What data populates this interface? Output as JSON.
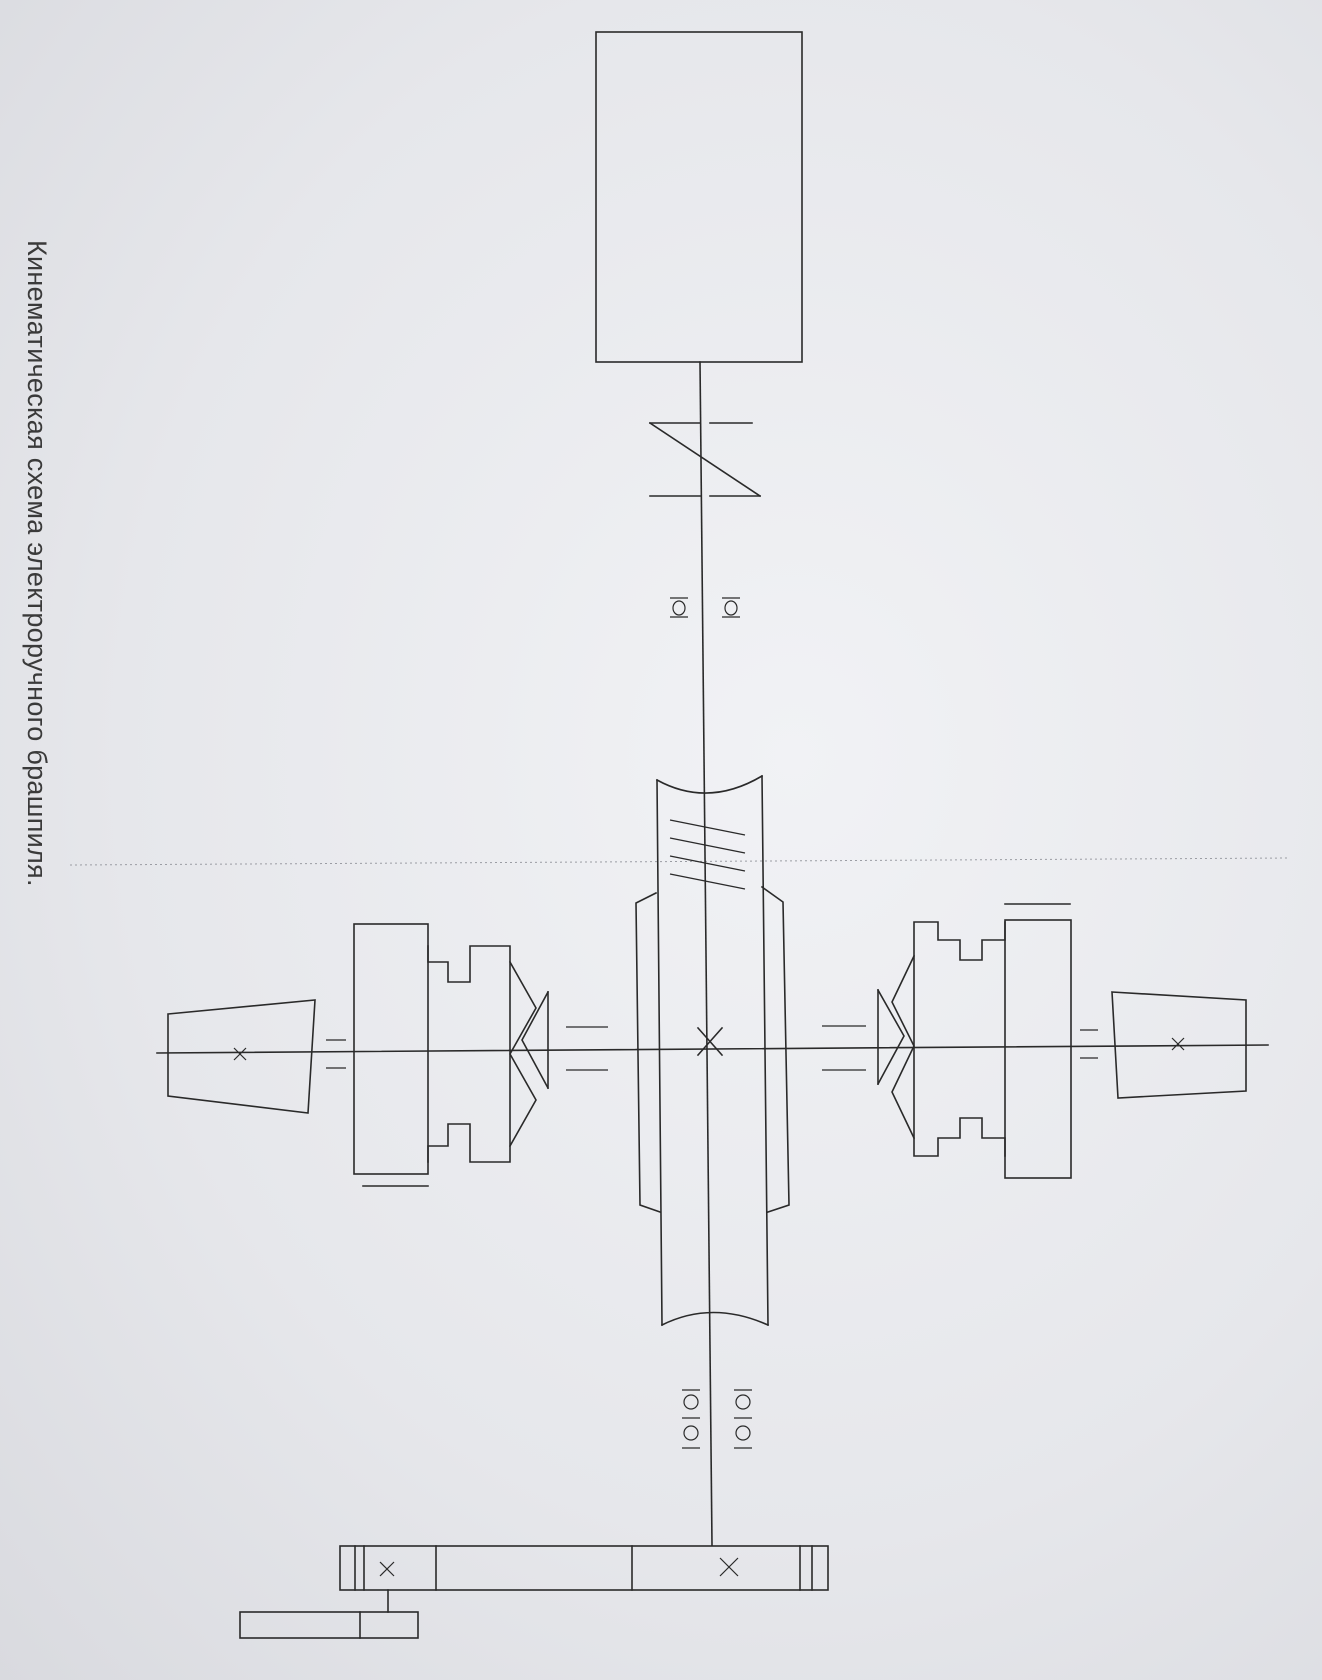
{
  "caption": "Кинематическая схема электроручного брашпиля.",
  "colors": {
    "paper": "#e7e8ec",
    "ink": "#2a2a2a"
  },
  "components": [
    "electric-motor",
    "friction-clutch",
    "bearing-pair",
    "worm-gear",
    "worm-wheel",
    "left-cam-clutch",
    "right-cam-clutch",
    "left-chain-sprocket",
    "right-chain-sprocket",
    "left-warping-head",
    "right-warping-head",
    "roller-bearing-pair",
    "hand-drive-gear",
    "hand-crank"
  ]
}
